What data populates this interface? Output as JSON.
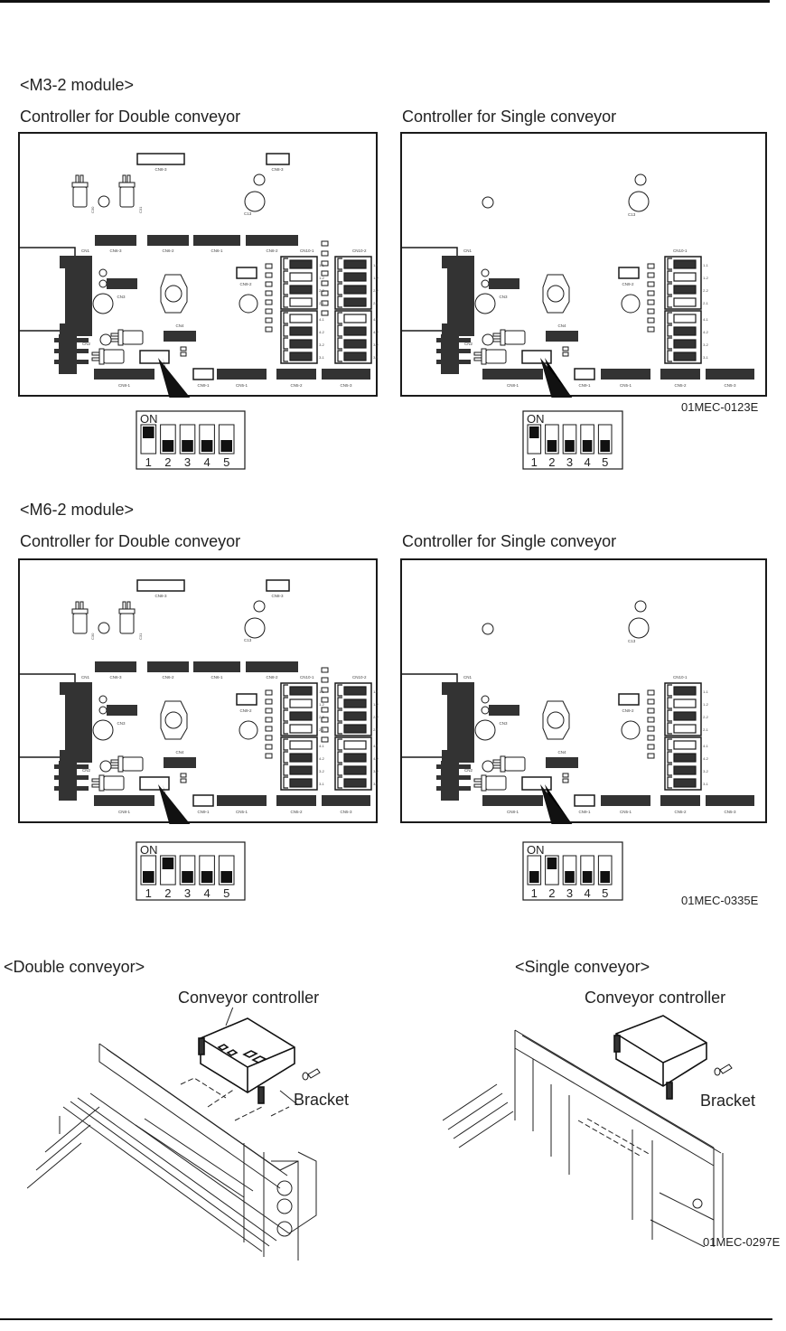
{
  "page": {
    "sections": [
      {
        "id": "m3-2",
        "heading": "<M3-2 module>",
        "figure_id": "01MEC-0123E",
        "boards": [
          {
            "title": "Controller for Double conveyor",
            "variant": "double",
            "labels": {
              "top_conn": "CN8-3",
              "top_small": "CN8-3",
              "cap_big": "C13",
              "cap_left": "C30",
              "cap_right": "C31",
              "row": [
                "CN6-3",
                "CN6-2",
                "CN6-1",
                "CN8-2"
              ],
              "cn1": "CN1",
              "cn2": "CN2",
              "cn3": "CN3",
              "cn4": "CN4",
              "cn9": "CN9-2",
              "cn10_1": "CN10-1",
              "cn10_2": "CN10-2",
              "bottom": [
                "CN8-1",
                "CN9-1",
                "CN5-1",
                "CN5-2",
                "CN5-3"
              ],
              "pin_labels": [
                "1-1",
                "1-2",
                "2-2",
                "2-1",
                "4-1",
                "4-2",
                "3-2",
                "3-1"
              ]
            },
            "dip_switch": {
              "on_label": "ON",
              "positions": [
                "1",
                "2",
                "3",
                "4",
                "5"
              ],
              "states": [
                true,
                false,
                false,
                false,
                false
              ]
            }
          },
          {
            "title": "Controller for Single conveyor",
            "variant": "single",
            "labels": {
              "cap_big": "C13",
              "cn1": "CN1",
              "cn2": "CN2",
              "cn3": "CN3",
              "cn4": "CN4",
              "cn9": "CN9-2",
              "cn10_1": "CN10-1",
              "bottom": [
                "CN8-1",
                "CN9-1",
                "CN5-1",
                "CN5-2",
                "CN5-3"
              ],
              "pin_labels": [
                "1-1",
                "1-2",
                "2-2",
                "2-1",
                "4-1",
                "4-2",
                "3-2",
                "3-1"
              ]
            },
            "dip_switch": {
              "on_label": "ON",
              "positions": [
                "1",
                "2",
                "3",
                "4",
                "5"
              ],
              "states": [
                true,
                false,
                false,
                false,
                false
              ]
            }
          }
        ]
      },
      {
        "id": "m6-2",
        "heading": "<M6-2 module>",
        "figure_id": "01MEC-0335E",
        "boards": [
          {
            "title": "Controller for Double conveyor",
            "variant": "double",
            "labels": {
              "top_conn": "CN8-3",
              "top_small": "CN8-3",
              "cap_big": "C13",
              "cap_left": "C30",
              "cap_right": "C31",
              "row": [
                "CN6-3",
                "CN6-2",
                "CN6-1",
                "CN8-2"
              ],
              "cn1": "CN1",
              "cn2": "CN2",
              "cn3": "CN3",
              "cn4": "CN4",
              "cn9": "CN9-2",
              "cn10_1": "CN10-1",
              "cn10_2": "CN10-2",
              "bottom": [
                "CN8-1",
                "CN9-1",
                "CN5-1",
                "CN5-2",
                "CN5-3"
              ],
              "pin_labels": [
                "1-1",
                "1-2",
                "2-2",
                "2-1",
                "4-1",
                "4-2",
                "3-2",
                "3-1"
              ]
            },
            "dip_switch": {
              "on_label": "ON",
              "positions": [
                "1",
                "2",
                "3",
                "4",
                "5"
              ],
              "states": [
                false,
                true,
                false,
                false,
                false
              ]
            }
          },
          {
            "title": "Controller for Single conveyor",
            "variant": "single",
            "labels": {
              "cap_big": "C13",
              "cn1": "CN1",
              "cn2": "CN2",
              "cn3": "CN3",
              "cn4": "CN4",
              "cn9": "CN9-2",
              "cn10_1": "CN10-1",
              "bottom": [
                "CN8-1",
                "CN9-1",
                "CN5-1",
                "CN5-2",
                "CN5-3"
              ],
              "pin_labels": [
                "1-1",
                "1-2",
                "2-2",
                "2-1",
                "4-1",
                "4-2",
                "3-2",
                "3-1"
              ]
            },
            "dip_switch": {
              "on_label": "ON",
              "positions": [
                "1",
                "2",
                "3",
                "4",
                "5"
              ],
              "states": [
                false,
                true,
                false,
                false,
                false
              ]
            }
          }
        ]
      }
    ],
    "installation": {
      "figure_id": "01MEC-0297E",
      "double": {
        "heading": "<Double conveyor>",
        "controller_label": "Conveyor controller",
        "bracket_label": "Bracket"
      },
      "single": {
        "heading": "<Single conveyor>",
        "controller_label": "Conveyor controller",
        "bracket_label": "Bracket"
      }
    },
    "colors": {
      "ink": "#1a1a1a",
      "fill_dark": "#333333",
      "paper": "#ffffff"
    }
  }
}
